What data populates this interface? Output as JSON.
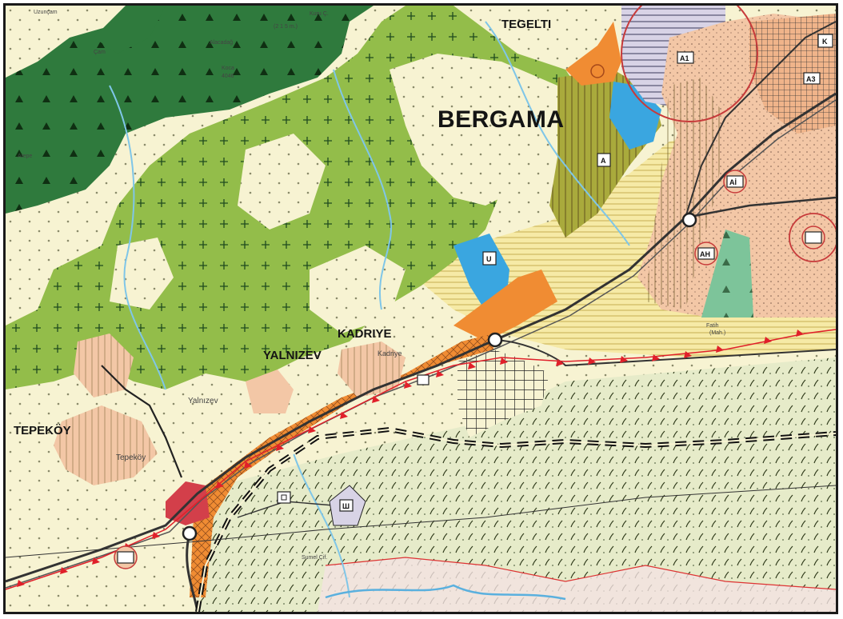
{
  "place_labels": {
    "bergama": "BERGAMA",
    "kadriye": "KADRIYE",
    "yalnizev": "YALNIZEV",
    "tepekoy": "TEPEKÖY",
    "tegelti": "TEGELTI"
  },
  "small_labels": {
    "yalnizev_small": "Yalnızev",
    "tepekoy_small": "Tepeköy",
    "kadriye_small": "Kadriye",
    "fatih": "Fatih",
    "mah": "(Mah.)",
    "alacadag": "Alacadağ",
    "koca": "Koca",
    "hill_4046": "4046",
    "hill_height": "(2 1 5 m.)",
    "kuru": "Kuru Ç.",
    "cam": "Çam",
    "sumel": "Sumel Çif.",
    "atepe": "Atepe",
    "uzun": "Uzunçam"
  },
  "symbol_codes": {
    "a1": "A1",
    "a3": "A3",
    "ai": "Aİ",
    "ah": "AH",
    "k": "K",
    "u": "U",
    "a": "A",
    "w": "Ш"
  },
  "colors": {
    "background": "#f7f3d2",
    "forest_dark": "#2f7a3d",
    "forest_light": "#93bd4a",
    "olive": "#a9aa3c",
    "blue": "#3aa6e0",
    "orange": "#f08c33",
    "salmon": "#f3c7a6",
    "red_zone": "#d33f4a",
    "lavender": "#d8d3e6",
    "yellow_zone": "#f6eaa6",
    "road": "#333333",
    "boundary_red": "#e0202a"
  }
}
